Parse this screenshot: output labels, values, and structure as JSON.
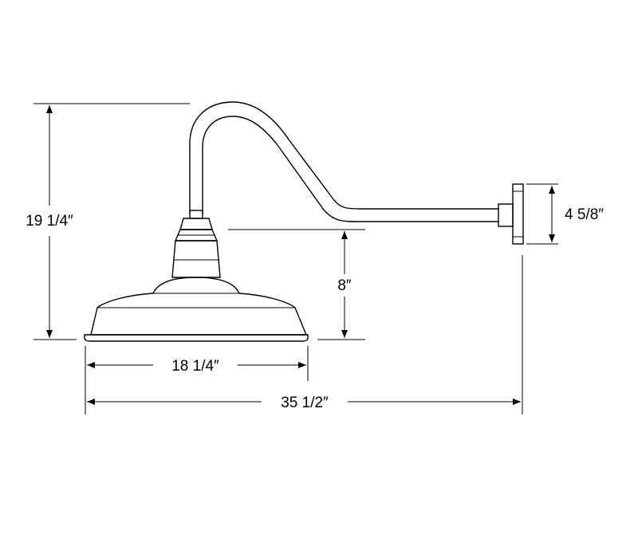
{
  "dimensions": {
    "overall_height": "19 1/4″",
    "shade_height": "8″",
    "backplate_height": "4 5/8″",
    "shade_width": "18 1/4″",
    "overall_projection": "35 1/2″"
  },
  "colors": {
    "line": "#000000",
    "background": "#ffffff"
  }
}
